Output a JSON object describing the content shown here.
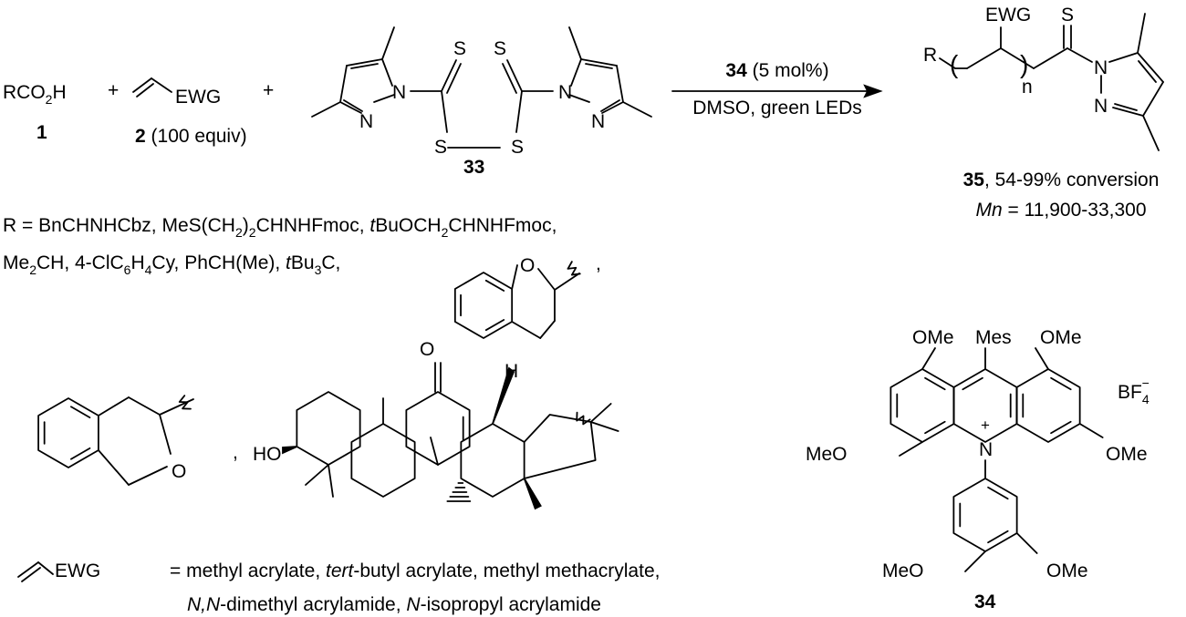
{
  "reactants": {
    "acid": [
      {
        "t": "RCO"
      },
      {
        "t": "2",
        "s": "sub"
      },
      {
        "t": "H"
      }
    ],
    "acid_label": "1",
    "plus": "+",
    "alkene_ewg": "EWG",
    "alkene_label_num": "2",
    "alkene_label_rest": " (100 equiv)",
    "disulfide_label": "33"
  },
  "conditions": {
    "catalyst_num": "34",
    "catalyst_rest": " (5 mol%)",
    "line2": "DMSO, green LEDs"
  },
  "product": {
    "r": "R",
    "ewg": "EWG",
    "n": "n",
    "label_num": "35",
    "label_rest": ", 54-99% conversion",
    "mn_italic": "Mn",
    "mn_rest": " = 11,900-33,300"
  },
  "atoms": {
    "N": "N",
    "S": "S",
    "O": "O",
    "H": "H",
    "HO": "HO",
    "OMe": "OMe",
    "MeO": "MeO",
    "Mes": "Mes",
    "plus": "+"
  },
  "r_groups": {
    "line1": [
      {
        "t": "R = BnCHNHCbz, MeS(CH"
      },
      {
        "t": "2",
        "s": "sub"
      },
      {
        "t": ")"
      },
      {
        "t": "2",
        "s": "sub"
      },
      {
        "t": "CHNHFmoc, "
      },
      {
        "t": "t",
        "s": "i"
      },
      {
        "t": "BuOCH"
      },
      {
        "t": "2",
        "s": "sub"
      },
      {
        "t": "CHNHFmoc,"
      }
    ],
    "line2": [
      {
        "t": "Me"
      },
      {
        "t": "2",
        "s": "sub"
      },
      {
        "t": "CH, 4-ClC"
      },
      {
        "t": "6",
        "s": "sub"
      },
      {
        "t": "H"
      },
      {
        "t": "4",
        "s": "sub"
      },
      {
        "t": "Cy, PhCH(Me), "
      },
      {
        "t": "t",
        "s": "i"
      },
      {
        "t": "Bu"
      },
      {
        "t": "3",
        "s": "sub"
      },
      {
        "t": "C,"
      }
    ],
    "comma": ","
  },
  "ewg_list": {
    "ewg": "EWG",
    "line1": [
      {
        "t": "= methyl acrylate, "
      },
      {
        "t": "tert",
        "s": "i"
      },
      {
        "t": "-butyl acrylate, methyl methacrylate,"
      }
    ],
    "line2": [
      {
        "t": "N,N",
        "s": "i"
      },
      {
        "t": "-dimethyl acrylamide, "
      },
      {
        "t": "N",
        "s": "i"
      },
      {
        "t": "-isopropyl acrylamide"
      }
    ]
  },
  "catalyst": {
    "counterion": "BF",
    "counterion_sub": "4",
    "counterion_charge": "−",
    "label": "34"
  }
}
